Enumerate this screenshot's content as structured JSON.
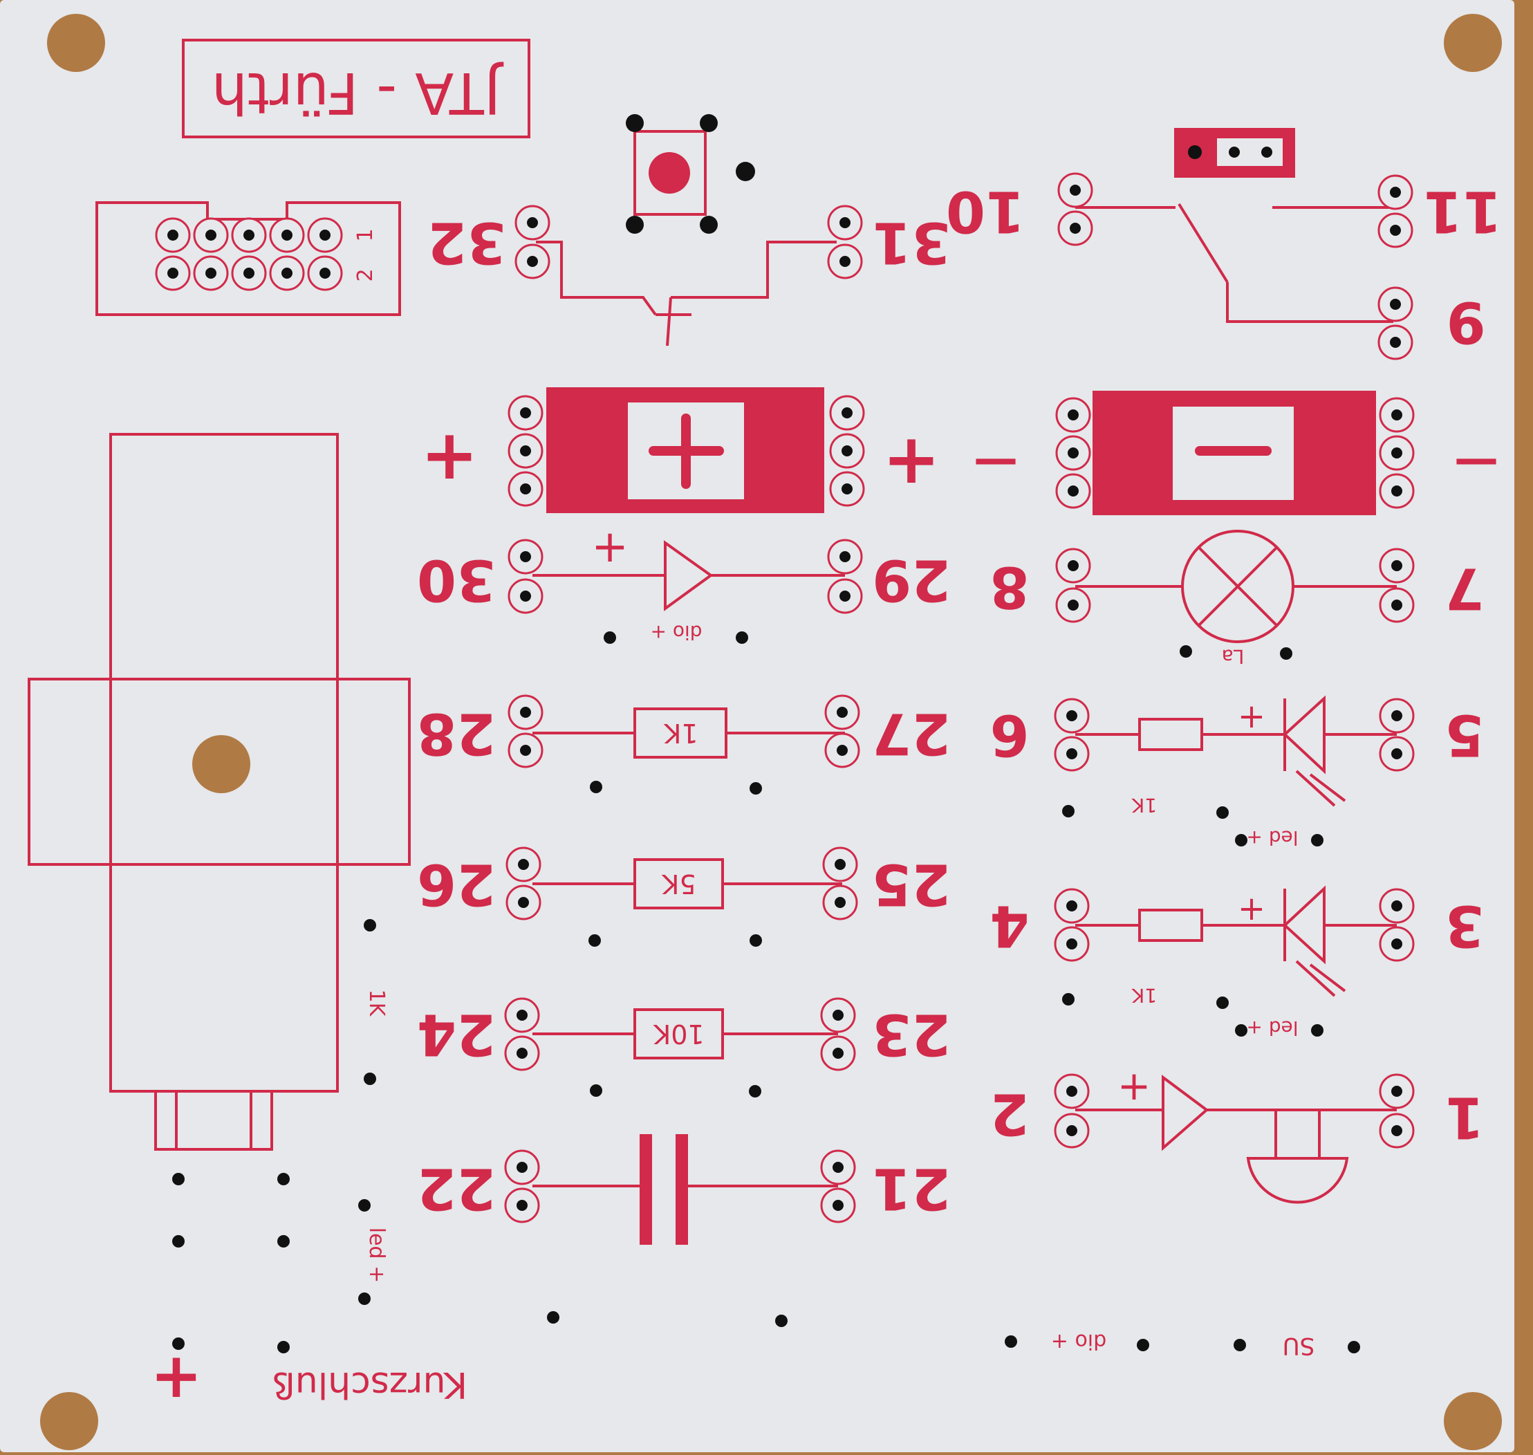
{
  "board": {
    "title": "JTA - Fürth",
    "bottom_label": "Kurzschluß",
    "plus_symbol": "+",
    "minus_symbol": "—",
    "colors": {
      "board": "#e6e8eb",
      "ink": "#d12a4a",
      "wood": "#b07a45",
      "hole": "#111111"
    }
  },
  "header_pins": {
    "pin1": "1",
    "pin2": "2"
  },
  "terminals": {
    "t1": "1",
    "t2": "2",
    "t3": "3",
    "t4": "4",
    "t5": "5",
    "t6": "6",
    "t7": "7",
    "t8": "8",
    "t9": "9",
    "t10": "10",
    "t11": "11",
    "t21": "21",
    "t22": "22",
    "t23": "23",
    "t24": "24",
    "t25": "25",
    "t26": "26",
    "t27": "27",
    "t28": "28",
    "t29": "29",
    "t30": "30",
    "t31": "31",
    "t32": "32"
  },
  "components": {
    "r_1k": "1K",
    "r_5k": "5K",
    "r_10k": "10K",
    "small_1k": "1K",
    "dio_label": "dio +",
    "led_label": "led +",
    "lamp_label": "La",
    "su_label": "SU"
  }
}
